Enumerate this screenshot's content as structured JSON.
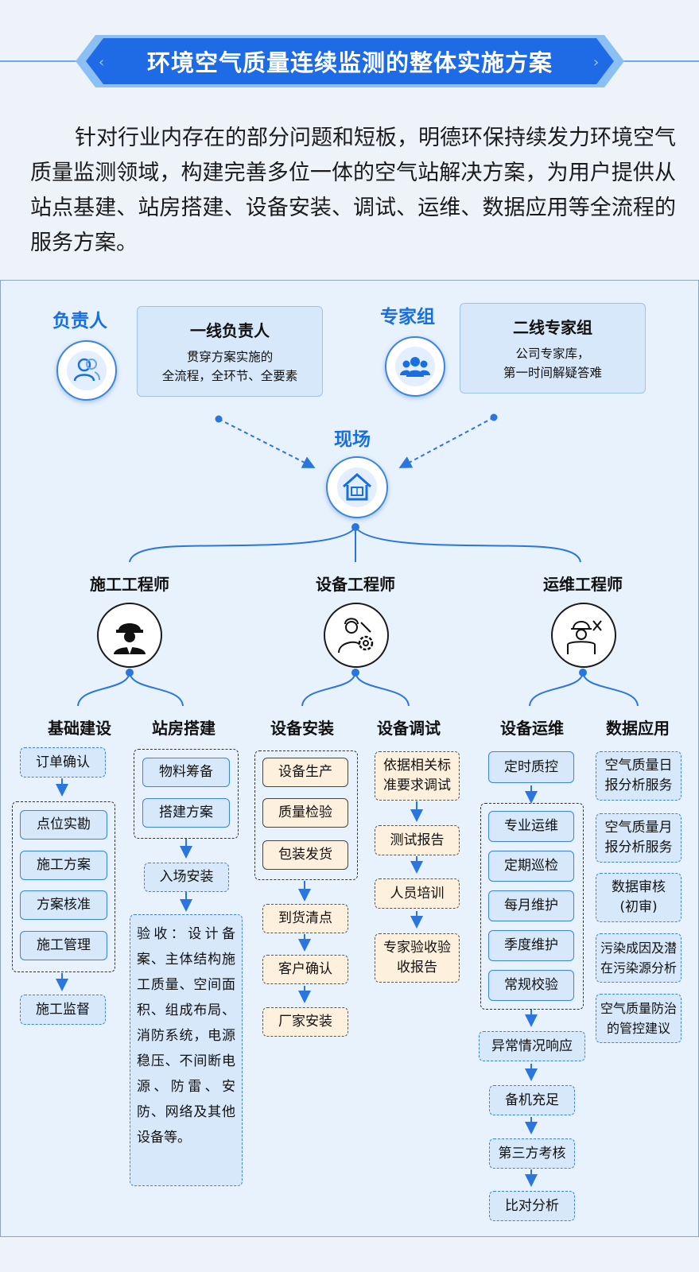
{
  "title": "环境空气质量连续监测的整体实施方案",
  "intro": "针对行业内存在的部分问题和短板，明德环保持续发力环境空气质量监测领域，构建完善多位一体的空气站解决方案，为用户提供从站点基建、站房搭建、设备安装、调试、运维、数据应用等全流程的服务方案。",
  "roles": {
    "leader": {
      "label": "负责人",
      "title": "一线负责人",
      "desc1": "贯穿方案实施的",
      "desc2": "全流程，全环节、全要素"
    },
    "expert": {
      "label": "专家组",
      "title": "二线专家组",
      "desc1": "公司专家库，",
      "desc2": "第一时间解疑答难"
    },
    "site": {
      "label": "现场"
    }
  },
  "engineers": {
    "construction": "施工工程师",
    "equipment": "设备工程师",
    "operation": "运维工程师"
  },
  "columns": {
    "basic": {
      "title": "基础建设",
      "top": "订单确认",
      "group": [
        "点位实勘",
        "施工方案",
        "方案核准",
        "施工管理"
      ],
      "bottom": "施工监督"
    },
    "station": {
      "title": "站房搭建",
      "group": [
        "物料筹备",
        "搭建方案"
      ],
      "install": "入场安装",
      "acceptance": "验收：设计备案、主体结构施工质量、空间面积、组成布局、消防系统，电源稳压、不间断电源、防雷、安防、网络及其他设备等。"
    },
    "install": {
      "title": "设备安装",
      "group": [
        "设备生产",
        "质量检验",
        "包装发货"
      ],
      "steps": [
        "到货清点",
        "客户确认",
        "厂家安装"
      ]
    },
    "debug": {
      "title": "设备调试",
      "first": "依据相关标准要求调试",
      "steps": [
        "测试报告",
        "人员培训",
        "专家验收验收报告"
      ]
    },
    "ops": {
      "title": "设备运维",
      "top": "定时质控",
      "group": [
        "专业运维",
        "定期巡检",
        "每月维护",
        "季度维护",
        "常规校验"
      ],
      "steps": [
        "异常情况响应",
        "备机充足",
        "第三方考核",
        "比对分析"
      ]
    },
    "data": {
      "title": "数据应用",
      "items": [
        "空气质量日报分析服务",
        "空气质量月报分析服务",
        "数据审核(初审)",
        "污染成因及潜在污染源分析",
        "空气质量防治的管控建议"
      ]
    }
  },
  "colors": {
    "accent": "#1a6fe0",
    "banner": "#1f6be6",
    "panel": "#e8f2fc",
    "box": "#d6e8fa",
    "tan": "#fdf0dc"
  }
}
